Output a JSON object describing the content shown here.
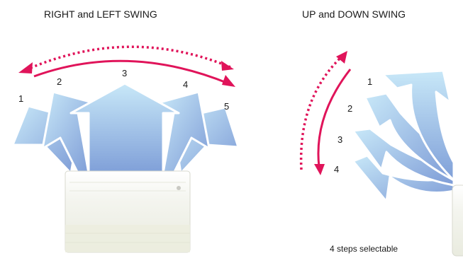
{
  "left_panel": {
    "title": "RIGHT and LEFT SWING",
    "direction_labels": [
      "1",
      "2",
      "3",
      "4",
      "5"
    ]
  },
  "right_panel": {
    "title": "UP and DOWN SWING",
    "direction_labels": [
      "1",
      "2",
      "3",
      "4"
    ],
    "caption": "4 steps selectable"
  },
  "colors": {
    "arrow_accent": "#e0145a",
    "airflow_light": "#c6e6f7",
    "airflow_dark": "#8aa9dc",
    "unit_body": "#f3f4ec"
  }
}
